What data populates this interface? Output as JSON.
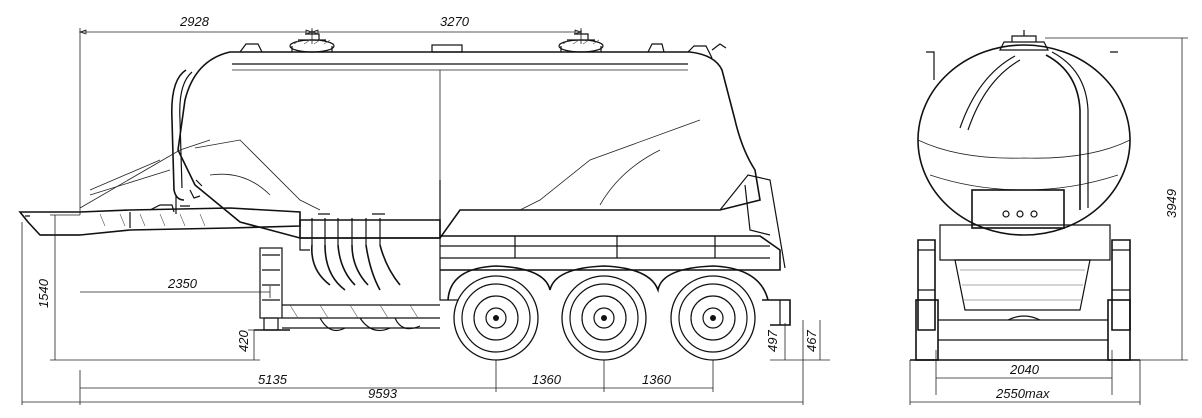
{
  "dimensions": {
    "side": {
      "front_to_pivot": "2928",
      "hatch_spacing": "3270",
      "height_5th_wheel": "1540",
      "kingpin_to_leg": "2350",
      "leg_height": "420",
      "kingpin_to_axle1": "5135",
      "axle_spacing_1": "1360",
      "axle_spacing_2": "1360",
      "overall_length": "9593",
      "rear_bumper_height": "497",
      "rear_step_height": "467"
    },
    "rear": {
      "overall_height": "3949",
      "track_width": "2040",
      "overall_width": "2550max"
    }
  },
  "colors": {
    "line": "#111111",
    "background": "#ffffff"
  }
}
